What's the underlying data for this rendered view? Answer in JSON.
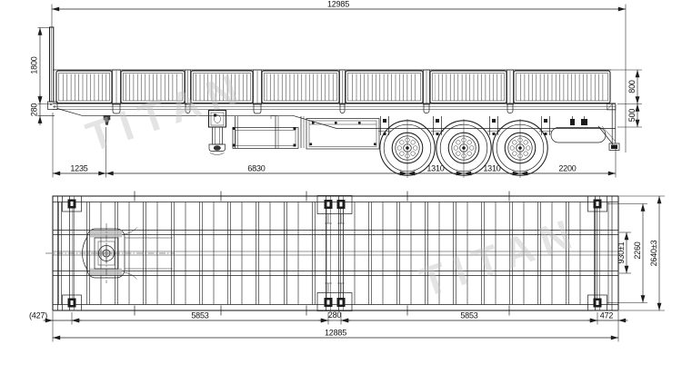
{
  "drawing": {
    "watermark": "TITAN",
    "side_view": {
      "overall_length": "12985",
      "front_wall_height": "1800",
      "front_frame_height": "280",
      "kingpin_setback": "1235",
      "kingpin_to_first_axle": "6830",
      "axle_spacing_1": "1310",
      "axle_spacing_2": "1310",
      "rear_overhang": "2200",
      "side_wall_height": "800",
      "rear_frame_height": "500"
    },
    "top_view": {
      "front_lock_offset": "(427)",
      "front_lock_span": "5853",
      "center_lock_gap": "280",
      "rear_lock_span": "5853",
      "rear_lock_offset": "472",
      "lock_to_lock_length": "12885",
      "main_beam_spacing": "930±1",
      "lock_transverse_spacing": "2260",
      "overall_width": "2640±3"
    }
  }
}
